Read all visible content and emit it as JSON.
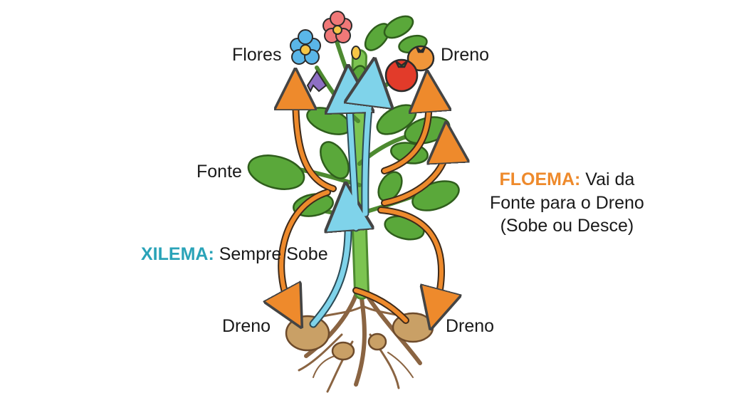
{
  "labels": {
    "flores": "Flores",
    "dreno_top": "Dreno",
    "fonte": "Fonte",
    "dreno_left": "Dreno",
    "dreno_right": "Dreno",
    "xilema_key": "XILEMA:",
    "xilema_text": " Sempre Sobe",
    "floema_key": "FLOEMA:",
    "floema_line1": " Vai da",
    "floema_line2": "Fonte para o Dreno",
    "floema_line3": "(Sobe ou Desce)"
  },
  "colors": {
    "xylem": "#5bc6e0",
    "phloem": "#ee8a2c",
    "leaf": "#5aa83a",
    "stem": "#6cb544",
    "root": "#a87d55",
    "tuber": "#c9a066",
    "tomato": "#e23b2a",
    "orange_fruit": "#f0963a",
    "flower_blue": "#5ab6e8",
    "flower_pink": "#f07878",
    "flower_purple": "#8e6fc4"
  }
}
